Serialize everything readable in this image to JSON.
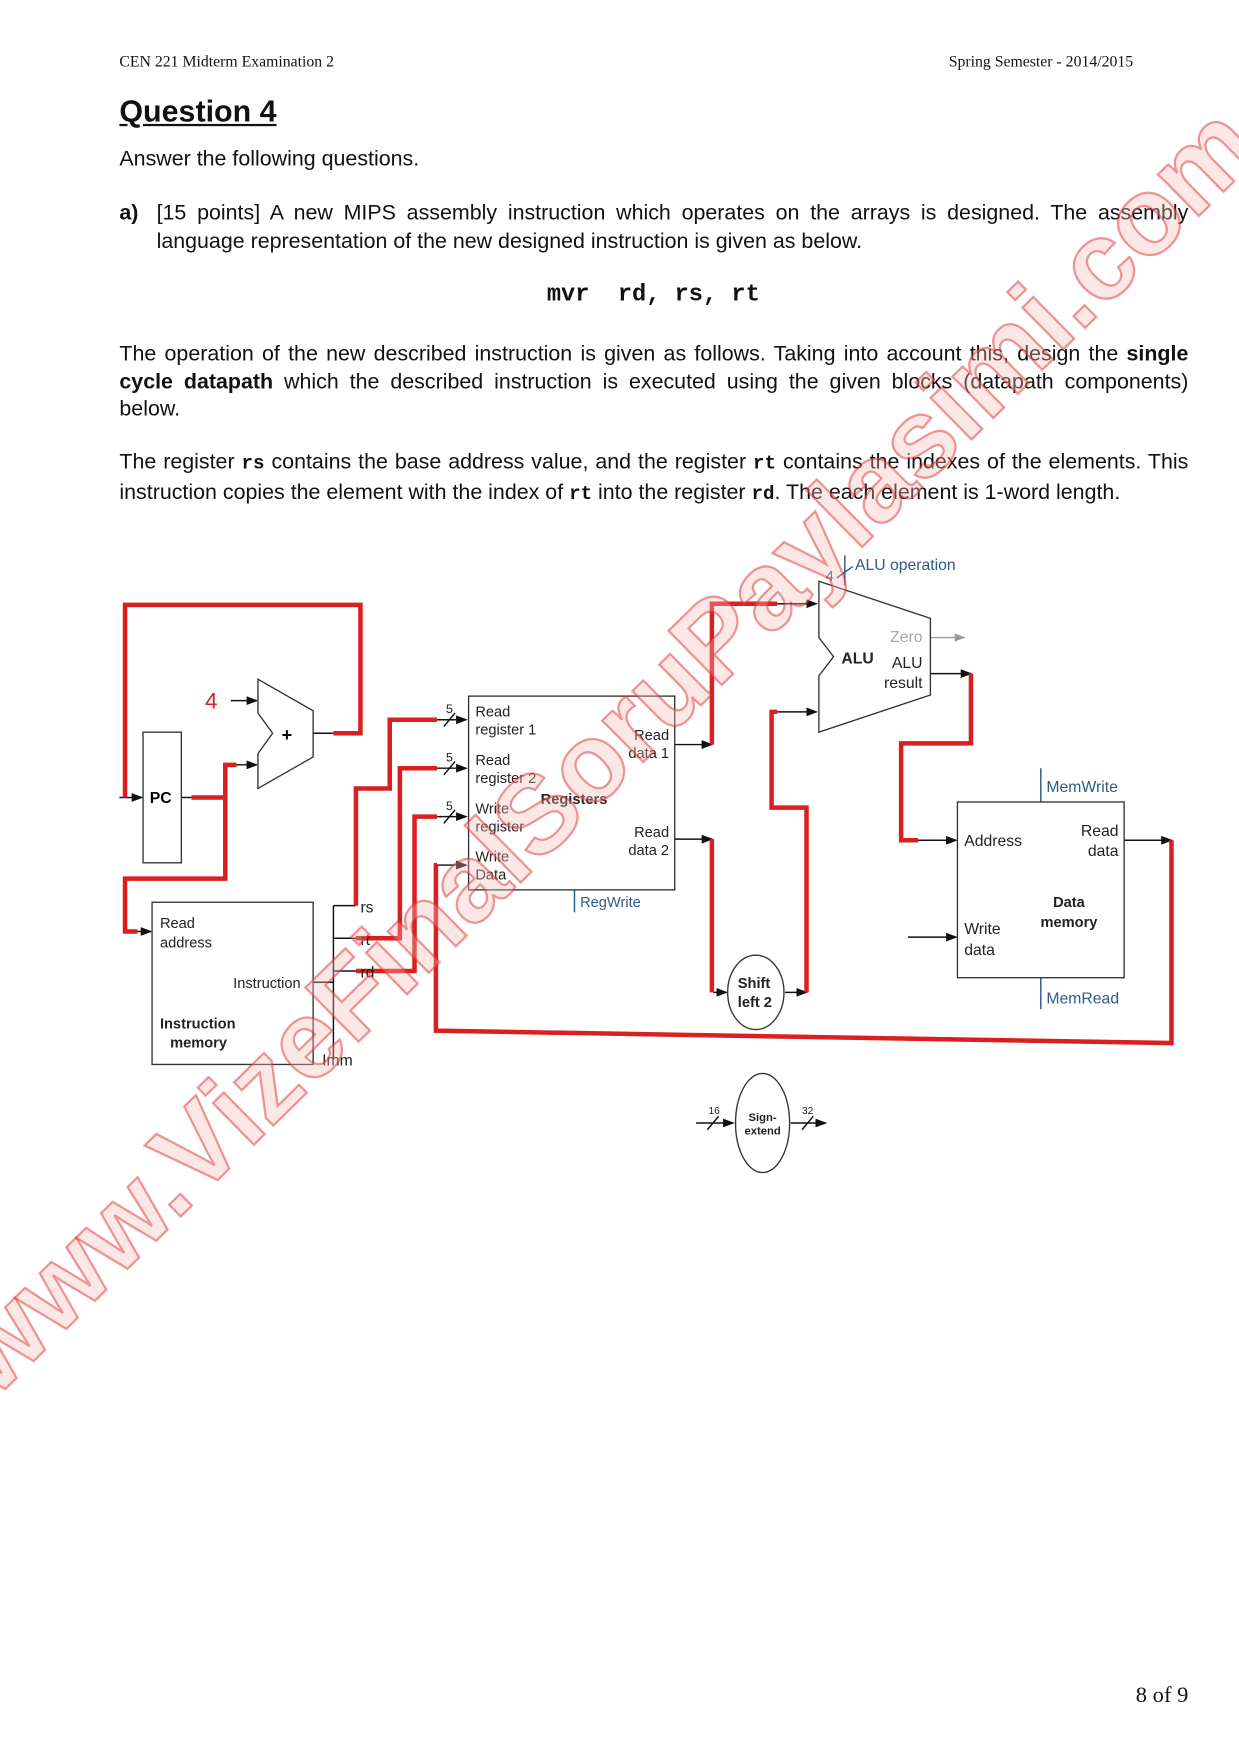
{
  "header": {
    "left": "CEN 221 Midterm Examination 2",
    "right": "Spring Semester - 2014/2015"
  },
  "title": "Question 4",
  "intro": "Answer the following questions.",
  "part_a": {
    "label": "a)",
    "text": "[15 points] A new MIPS assembly instruction which operates on the arrays is designed. The assembly language representation of the new designed instruction is given as below.",
    "instruction": "mvr  rd, rs, rt",
    "p2_a": "The operation of the new described instruction is given as follows. Taking into account this, design the ",
    "p2_bold": "single cycle datapath",
    "p2_b": " which the described instruction is executed using the given blocks (datapath components) below.",
    "p3_1": "The register ",
    "p3_rs": "rs",
    "p3_2": " contains the base address value, and the register ",
    "p3_rt": "rt",
    "p3_3": " contains the indexes of the elements. This instruction copies the element with the index of ",
    "p3_rt2": "rt",
    "p3_4": " into the register ",
    "p3_rd": "rd",
    "p3_5": ". The each element is 1-word length."
  },
  "diagram": {
    "const4": "4",
    "plus": "+",
    "pc": "PC",
    "imem": {
      "read_address_1": "Read",
      "read_address_2": "address",
      "instruction": "Instruction",
      "name_1": "Instruction",
      "name_2": "memory"
    },
    "fields": {
      "rs": "rs",
      "rt": "rt",
      "rd": "rd",
      "imm": "Imm"
    },
    "bus5": "5",
    "regs": {
      "rr1a": "Read",
      "rr1b": "register 1",
      "rr2a": "Read",
      "rr2b": "register 2",
      "wra": "Write",
      "wrb": "register",
      "wda": "Write",
      "wdb": "Data",
      "name": "Registers",
      "rd1a": "Read",
      "rd1b": "data 1",
      "rd2a": "Read",
      "rd2b": "data 2",
      "regwrite": "RegWrite"
    },
    "alu": {
      "name": "ALU",
      "op": "ALU operation",
      "opbits": "4",
      "zero": "Zero",
      "res_a": "ALU",
      "res_b": "result"
    },
    "dmem": {
      "memwrite": "MemWrite",
      "memread": "MemRead",
      "address": "Address",
      "rda": "Read",
      "rdb": "data",
      "wda": "Write",
      "wdb": "data",
      "name_a": "Data",
      "name_b": "memory"
    },
    "shift": {
      "a": "Shift",
      "b": "left 2"
    },
    "sext": {
      "a": "Sign-",
      "b": "extend",
      "in": "16",
      "out": "32"
    }
  },
  "watermark": "www.VizeFinalSoruPaylasimi.com",
  "footer": {
    "page": "8 of 9"
  },
  "colors": {
    "wire_red": "#d91f1f",
    "control_blue": "#2c5a8c"
  }
}
